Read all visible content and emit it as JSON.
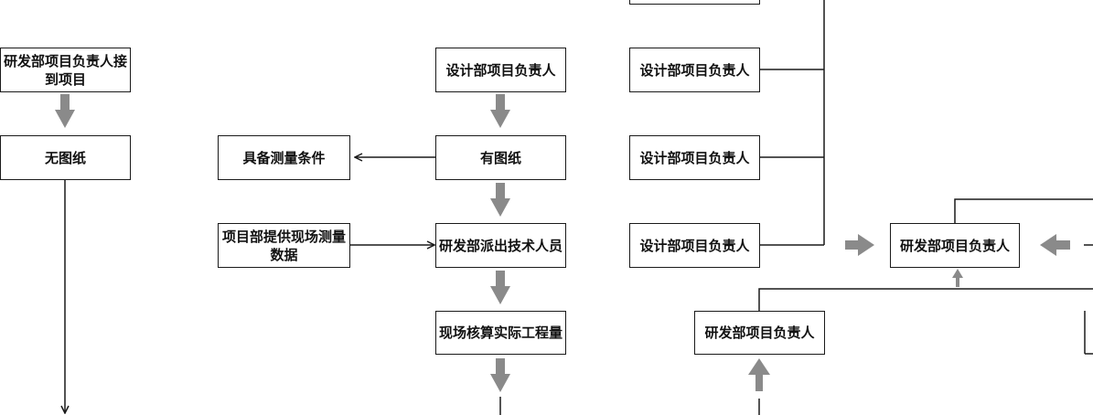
{
  "nodes": {
    "rd_receive_project": "研发部项目负责人接到项目",
    "no_drawings": "无图纸",
    "design_lead_main": "设计部项目负责人",
    "has_drawings": "有图纸",
    "measurable": "具备测量条件",
    "project_dept_data": "项目部提供现场测量数据",
    "rd_dispatch_tech": "研发部派出技术人员",
    "onsite_verify": "现场核算实际工程量",
    "design_lead_top": "",
    "design_lead_1": "设计部项目负责人",
    "design_lead_2": "设计部项目负责人",
    "design_lead_3": "设计部项目负责人",
    "rd_lead_center": "研发部项目负责人",
    "rd_lead_lower": "研发部项目负责人"
  },
  "colors": {
    "line": "#1a1a1a",
    "block_arrow": "#8a8a8a"
  }
}
